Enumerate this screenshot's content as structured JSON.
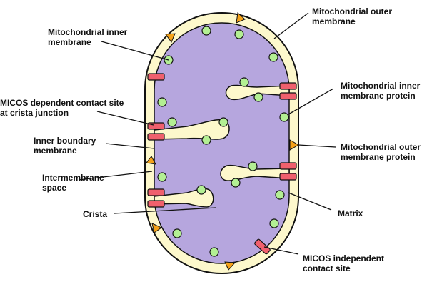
{
  "labels": {
    "inner_membrane": [
      "Mitochondrial inner",
      "membrane"
    ],
    "micos_dependent": [
      "MICOS dependent contact site",
      "at crista junction"
    ],
    "inner_boundary": [
      "Inner boundary",
      "membrane"
    ],
    "intermembrane_space": [
      "Intermembrane",
      "space"
    ],
    "crista": [
      "Crista"
    ],
    "outer_membrane": [
      "Mitochondrial outer",
      "membrane"
    ],
    "inner_membrane_protein": [
      "Mitochondrial inner",
      "membrane protein"
    ],
    "outer_membrane_protein": [
      "Mitochondrial outer",
      "membrane protein"
    ],
    "matrix": [
      "Matrix"
    ],
    "micos_independent": [
      "MICOS independent",
      "contact site"
    ]
  },
  "colors": {
    "outer_membrane_fill": "#fdf8cc",
    "matrix_fill": "#b6a6de",
    "outline": "#111111",
    "inner_protein": "#b3ef93",
    "contact_site": "#f0606d",
    "outer_protein": "#f5a219"
  }
}
